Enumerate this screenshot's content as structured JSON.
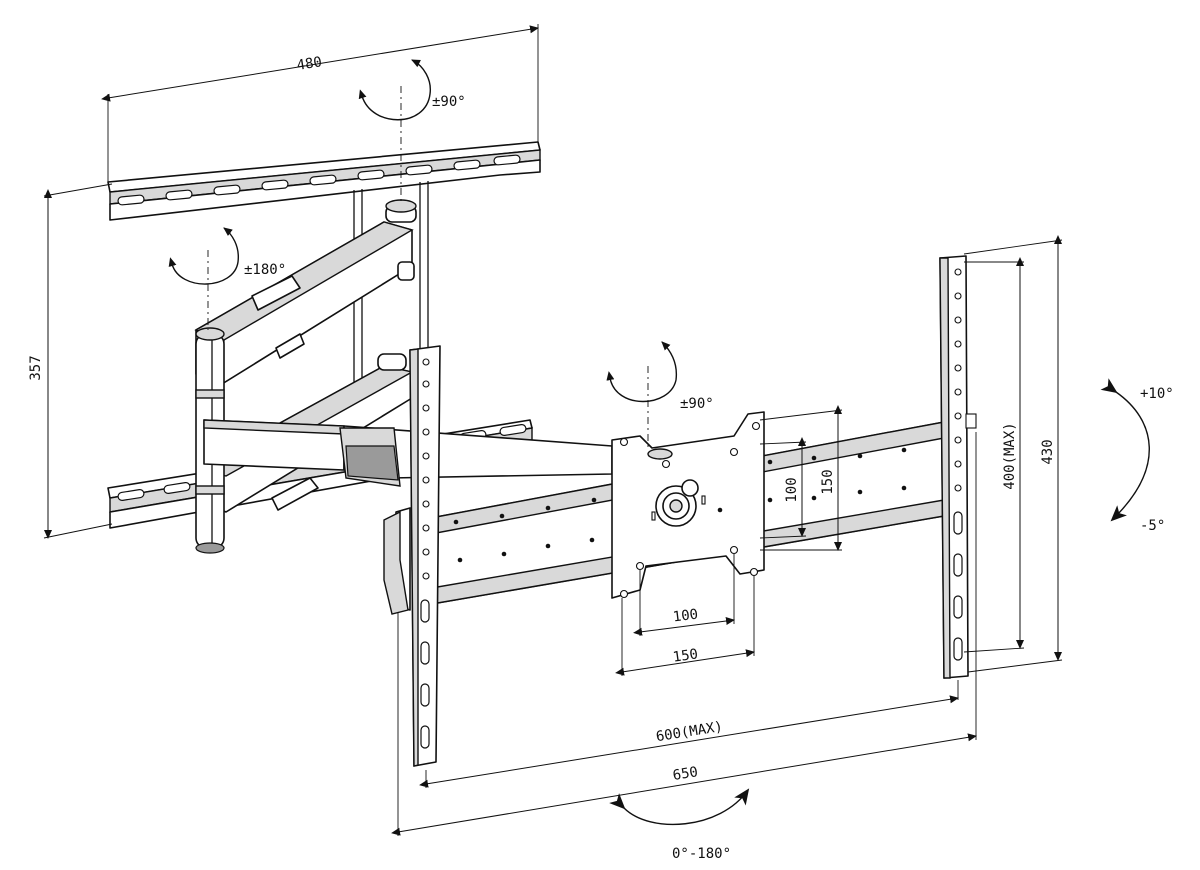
{
  "dimensions": {
    "top_plate_width": "480",
    "arm_height": "357",
    "vesa_height_max": "400(MAX)",
    "rail_height": "430",
    "vesa_width_max": "600(MAX)",
    "rail_width": "650",
    "vesa_small_h": "100",
    "vesa_small_v": "100",
    "vesa_large_h": "150",
    "vesa_large_v": "150"
  },
  "rotations": {
    "top_swivel": "±90°",
    "arm_swivel": "±180°",
    "plate_rotate": "±90°",
    "tilt_up": "+10°",
    "tilt_down": "-5°",
    "pan": "0°-180°"
  }
}
